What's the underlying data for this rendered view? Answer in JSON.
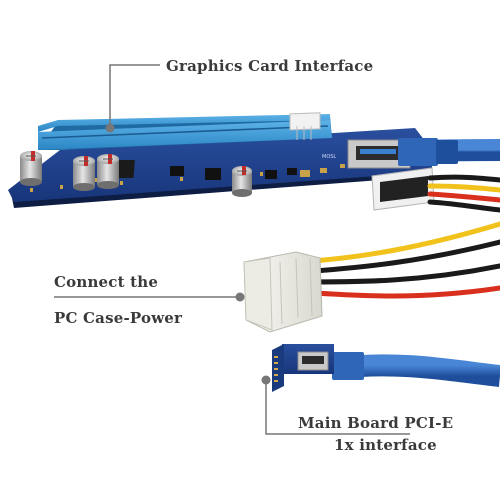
{
  "labels": {
    "graphics_card": "Graphics Card Interface",
    "power_line1": "Connect the",
    "power_line2": "PC Case-Power",
    "mainboard_line1": "Main Board PCI-E",
    "mainboard_line2": "1x  interface"
  },
  "board_silk": {
    "mosl": "MOSL"
  },
  "colors": {
    "board": "#1d3f8a",
    "slot": "#3a9ad6",
    "usb_cable": "#2f66b8",
    "wire_yellow": "#f2c21c",
    "wire_red": "#d9301e",
    "wire_black": "#1a1a1a",
    "molex": "#f4f4ee",
    "leader_line": "#777777"
  }
}
